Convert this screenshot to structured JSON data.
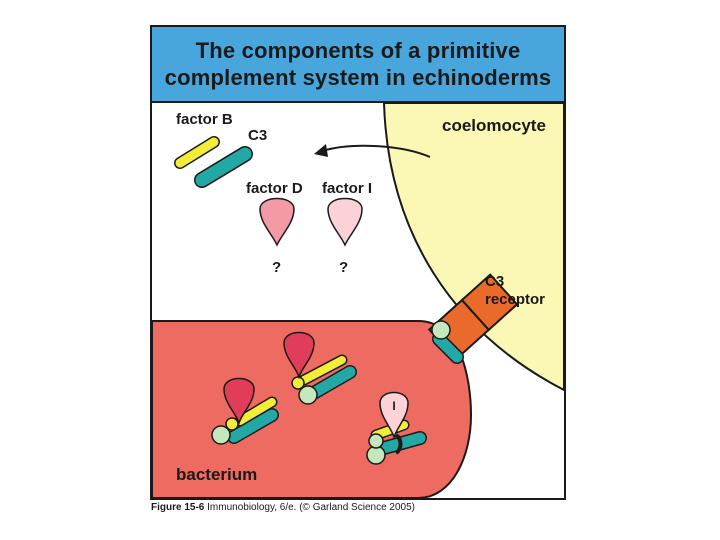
{
  "title": {
    "line1": "The components of a primitive",
    "line2": "complement system in echinoderms"
  },
  "labels": {
    "factor_b": "factor B",
    "c3": "C3",
    "factor_d": "factor D",
    "factor_i": "factor I",
    "unknown_d": "?",
    "unknown_i": "?",
    "coelomocyte": "coelomocyte",
    "c3_receptor_line1": "C3",
    "c3_receptor_line2": "receptor",
    "bacterium": "bacterium",
    "factor_i_mark": "I"
  },
  "caption": {
    "figure_ref": "Figure 15-6",
    "source": " Immunobiology, 6/e. (© Garland Science 2005)"
  },
  "colors": {
    "title_background": "#49a6dc",
    "coelomocyte": "#fbf7b4",
    "bacterium": "#ee6b62",
    "c3": "#22a9a5",
    "factor_b": "#f2ee38",
    "factor_d": "#f39aa6",
    "factor_i": "#fbd2d6",
    "c3b_bound_drop": "#e23c5b",
    "c3_receptor": "#ea6a2c",
    "pale_green": "#c6e6bd"
  }
}
